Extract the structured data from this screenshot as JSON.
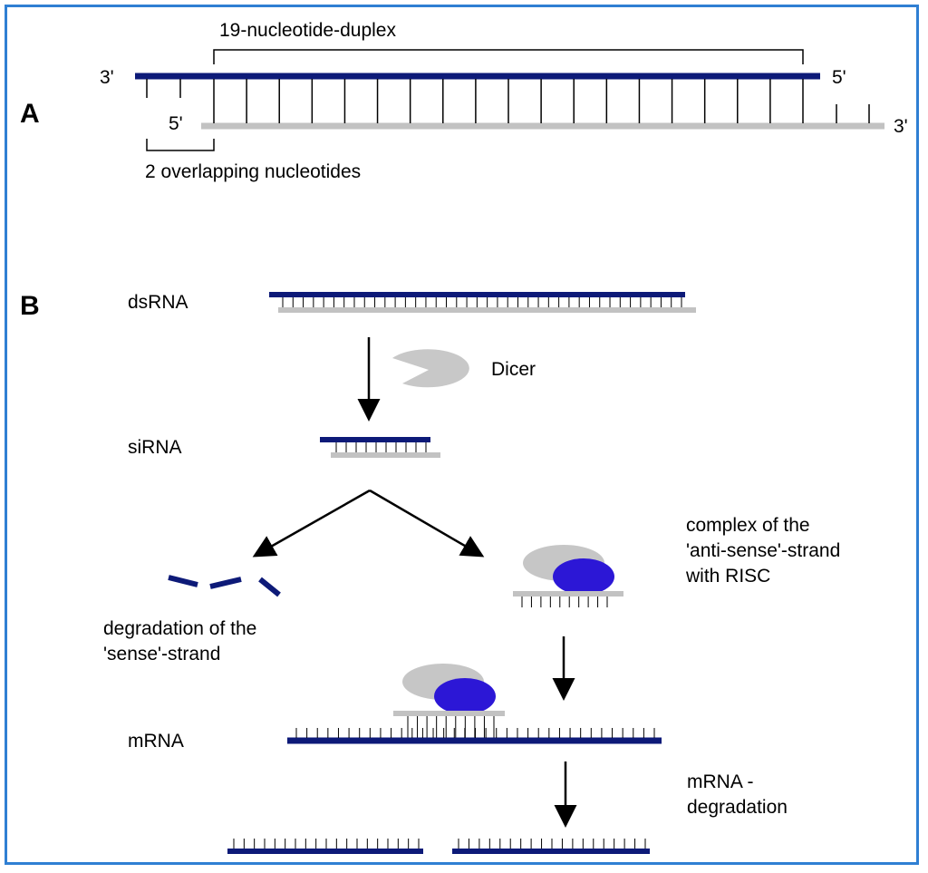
{
  "colors": {
    "frame": "#2f7fd3",
    "sense_strand": "#0d1a78",
    "antisense_strand": "#c2c2c2",
    "dicer": "#c8c8c8",
    "risc_light": "#c6c6c6",
    "risc_dark": "#2c17d6"
  },
  "panel_a": {
    "label": "A",
    "duplex_label": "19-nucleotide-duplex",
    "top_left_end": "3'",
    "top_right_end": "5'",
    "bottom_left_end": "5'",
    "bottom_right_end": "3'",
    "overlap_label": "2 overlapping nucleotides"
  },
  "panel_b": {
    "label": "B",
    "dsrna_label": "dsRNA",
    "dicer_label": "Dicer",
    "sirna_label": "siRNA",
    "risc_complex_label_line1": "complex of the",
    "risc_complex_label_line2": "'anti-sense'-strand",
    "risc_complex_label_line3": "with RISC",
    "degradation_label_line1": "degradation of the",
    "degradation_label_line2": "'sense'-strand",
    "mrna_label": "mRNA",
    "mrna_degradation_line1": "mRNA -",
    "mrna_degradation_line2": "degradation"
  }
}
